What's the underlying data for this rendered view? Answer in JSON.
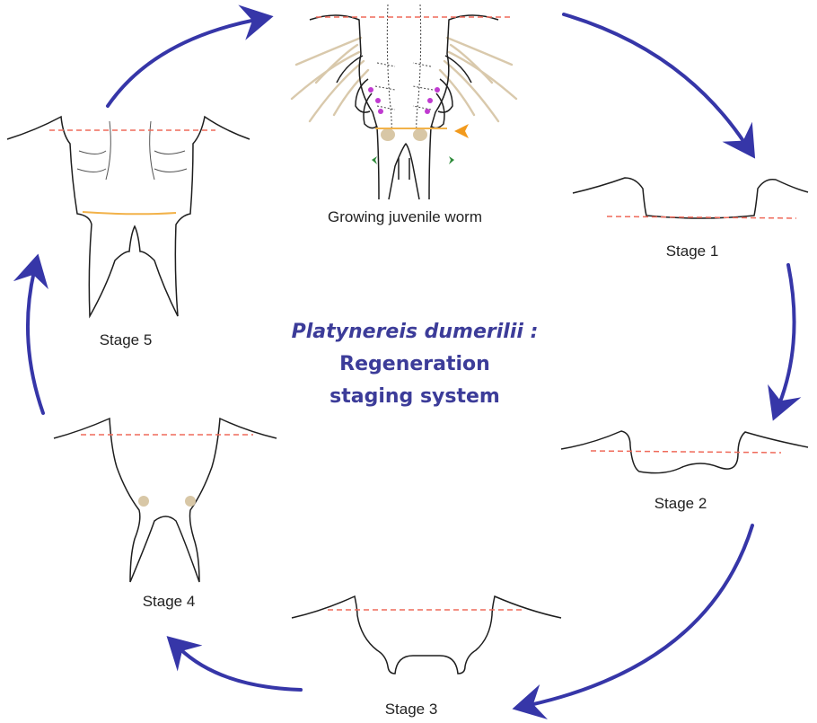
{
  "title": {
    "species": "Platynereis dumerilii :",
    "line2": "Regeneration",
    "line3": "staging system"
  },
  "labels": {
    "juvenile": "Growing juvenile worm",
    "stage1": "Stage 1",
    "stage2": "Stage 2",
    "stage3": "Stage 3",
    "stage4": "Stage 4",
    "stage5": "Stage 5"
  },
  "colors": {
    "arrow": "#3636a8",
    "amputation_line": "#ef6a5a",
    "growth_zone": "#f2b24a",
    "cirri_bud": "#d8c7a6",
    "bristle": "#d9c9ac",
    "parapodia_dot": "#c03ad0",
    "orange_marker": "#f29a1c",
    "green_marker": "#2e8b3a",
    "outline": "#1e1e1e"
  }
}
